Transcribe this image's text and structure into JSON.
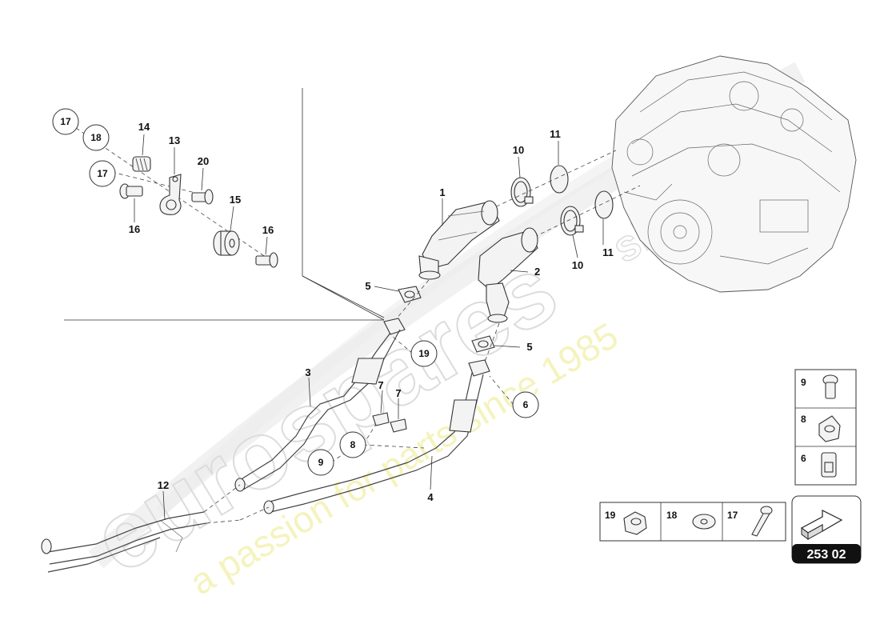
{
  "watermark": {
    "brand": "eurospares",
    "slogan": "a passion for parts since 1985",
    "since": "since 1985"
  },
  "inset_labels": {
    "c17a": "17",
    "c18": "18",
    "c17b": "17",
    "n14": "14",
    "n13": "13",
    "n20": "20",
    "n15": "15",
    "n16a": "16",
    "n16b": "16"
  },
  "main_labels": {
    "n1": "1",
    "n2": "2",
    "n3": "3",
    "n4": "4",
    "n5a": "5",
    "n5b": "5",
    "c6": "6",
    "n7a": "7",
    "n7b": "7",
    "c8": "8",
    "c9": "9",
    "n10a": "10",
    "n10b": "10",
    "n11a": "11",
    "n11b": "11",
    "n12": "12",
    "c19": "19"
  },
  "legend_right": [
    "9",
    "8",
    "6"
  ],
  "legend_bottom": [
    "19",
    "18",
    "17"
  ],
  "catalog_code": "253 02"
}
